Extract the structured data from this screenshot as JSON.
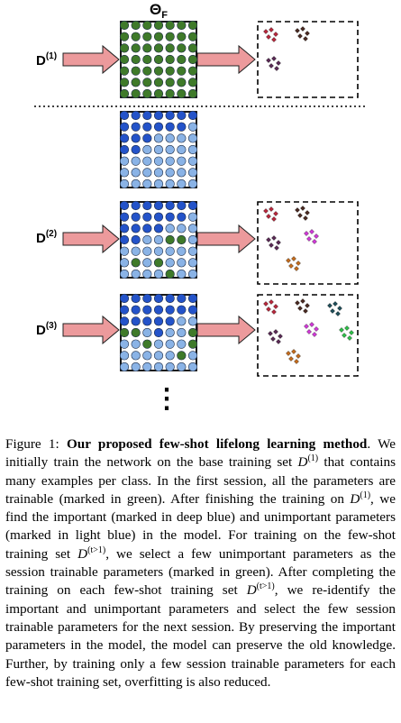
{
  "figure": {
    "theta": {
      "main": "Θ",
      "sub": "F"
    },
    "datasets": [
      {
        "letter": "D",
        "sup": "(1)"
      },
      {
        "letter": "D",
        "sup": "(2)"
      },
      {
        "letter": "D",
        "sup": "(3)"
      }
    ],
    "grid_size": 7,
    "colors": {
      "trainable": "#3f7a2a",
      "important": "#2453c9",
      "unimportant": "#8ab3e6",
      "arrow": "#ec9a9c",
      "cluster_classes": [
        "#b8283c",
        "#4a2a22",
        "#5a2a55",
        "#d23ad8",
        "#c46d1f",
        "#1f4e5a",
        "#2fbf4a"
      ]
    },
    "grids": [
      {
        "important": [],
        "trainable": "all"
      },
      {
        "important": [
          [
            0,
            0
          ],
          [
            0,
            1
          ],
          [
            0,
            2
          ],
          [
            0,
            3
          ],
          [
            0,
            4
          ],
          [
            0,
            5
          ],
          [
            0,
            6
          ],
          [
            1,
            0
          ],
          [
            1,
            1
          ],
          [
            1,
            2
          ],
          [
            1,
            3
          ],
          [
            1,
            4
          ],
          [
            1,
            5
          ],
          [
            2,
            0
          ],
          [
            2,
            1
          ],
          [
            2,
            2
          ],
          [
            3,
            0
          ],
          [
            3,
            1
          ]
        ],
        "trainable": []
      },
      {
        "important": [
          [
            0,
            0
          ],
          [
            0,
            1
          ],
          [
            0,
            2
          ],
          [
            0,
            3
          ],
          [
            0,
            4
          ],
          [
            0,
            5
          ],
          [
            0,
            6
          ],
          [
            1,
            0
          ],
          [
            1,
            1
          ],
          [
            1,
            2
          ],
          [
            1,
            3
          ],
          [
            1,
            4
          ],
          [
            1,
            5
          ],
          [
            2,
            0
          ],
          [
            2,
            1
          ],
          [
            2,
            2
          ],
          [
            2,
            3
          ],
          [
            3,
            0
          ],
          [
            3,
            1
          ]
        ],
        "trainable": [
          [
            3,
            4
          ],
          [
            3,
            5
          ],
          [
            5,
            1
          ],
          [
            5,
            3
          ],
          [
            6,
            4
          ]
        ]
      },
      {
        "important": [
          [
            0,
            0
          ],
          [
            0,
            1
          ],
          [
            0,
            2
          ],
          [
            0,
            3
          ],
          [
            0,
            4
          ],
          [
            0,
            5
          ],
          [
            0,
            6
          ],
          [
            1,
            0
          ],
          [
            1,
            1
          ],
          [
            1,
            2
          ],
          [
            1,
            3
          ],
          [
            1,
            4
          ],
          [
            1,
            5
          ],
          [
            1,
            6
          ],
          [
            2,
            0
          ],
          [
            2,
            1
          ],
          [
            2,
            2
          ],
          [
            2,
            3
          ],
          [
            2,
            4
          ],
          [
            3,
            3
          ]
        ],
        "trainable": [
          [
            3,
            0
          ],
          [
            3,
            1
          ],
          [
            3,
            6
          ],
          [
            4,
            2
          ],
          [
            4,
            6
          ],
          [
            5,
            5
          ]
        ]
      }
    ],
    "continuation": "⋮"
  },
  "caption": {
    "label": "Figure 1: ",
    "bold_title": "Our proposed few-shot lifelong learning method",
    "s1": ". We initially train the network on the base training set ",
    "s2": " that contains many examples per class. In the first session, all the parameters are trainable (marked in green). After finishing the training on ",
    "s3": ", we find the important (marked in deep blue) and unimportant parameters (marked in light blue) in the model. For training on the few-shot training set ",
    "s4": ", we select a few unimportant parameters as the session trainable parameters (marked in green). After completing the training on each few-shot training set ",
    "s5": ", we re-identify the important and unimportant parameters and select the few session trainable parameters for the next session. By preserving the important parameters in the model, the model can preserve the old knowledge. Further, by training only a few session trainable parameters for each few-shot training set, overfitting is also reduced.",
    "d1": {
      "letter": "D",
      "sup": "(1)"
    },
    "dt": {
      "letter": "D",
      "sup": "(t>1)"
    }
  }
}
